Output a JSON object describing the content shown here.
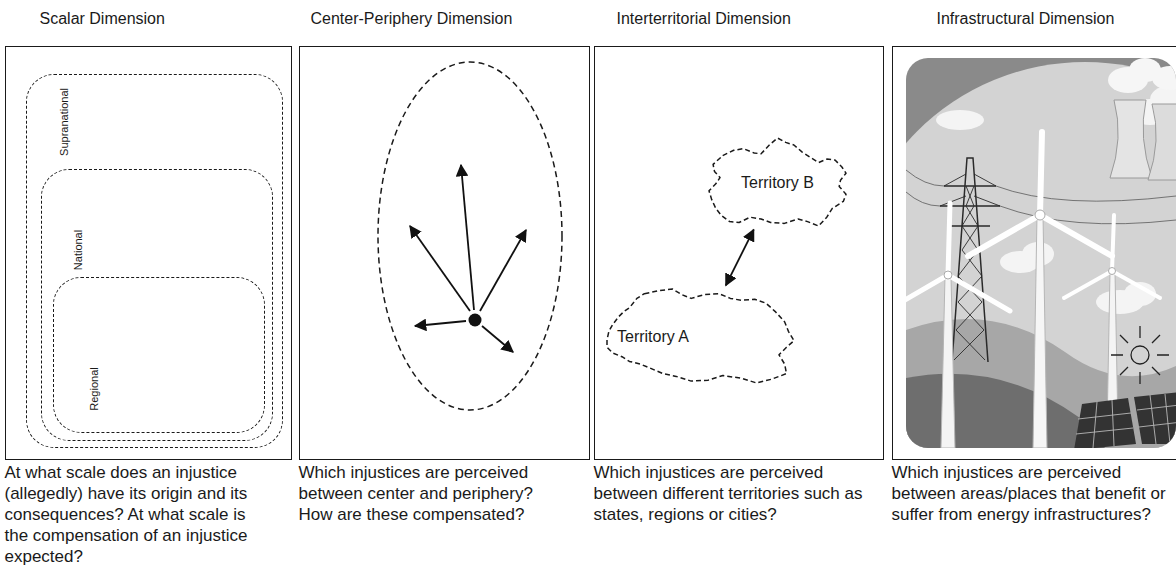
{
  "diagram": {
    "nodes": [
      {
        "text": [
          "Scalar Dimension",
          "At what scale does an injustice (allegedly) have its origin and its consequences? At what scale is the compensation of an injustice expected?"
        ]
      },
      {
        "text": [
          "Supranational"
        ],
        "in": 0
      },
      {
        "text": [
          "National"
        ],
        "in": 1
      },
      {
        "text": [
          "Regional"
        ],
        "in": 2
      },
      {
        "text": [
          "Center-Periphery Dimension",
          "Which injustices are perceived between center and periphery? How are these compensated?"
        ]
      },
      {
        "text": [
          "Interterritorial Dimension",
          "Which injustices are perceived between different territories such as states, regions or cities?"
        ]
      },
      {
        "text": [
          "Territory B"
        ],
        "in": 5
      },
      {
        "text": [
          "Territory A"
        ],
        "in": 5
      },
      {
        "text": [
          "Infrastructural Dimension",
          "Which injustices are perceived between areas/places that benefit or suffer from energy infrastructures?"
        ]
      }
    ],
    "edges": [
      {
        "from": 7,
        "to": 6,
        "arrow": "both"
      }
    ]
  }
}
